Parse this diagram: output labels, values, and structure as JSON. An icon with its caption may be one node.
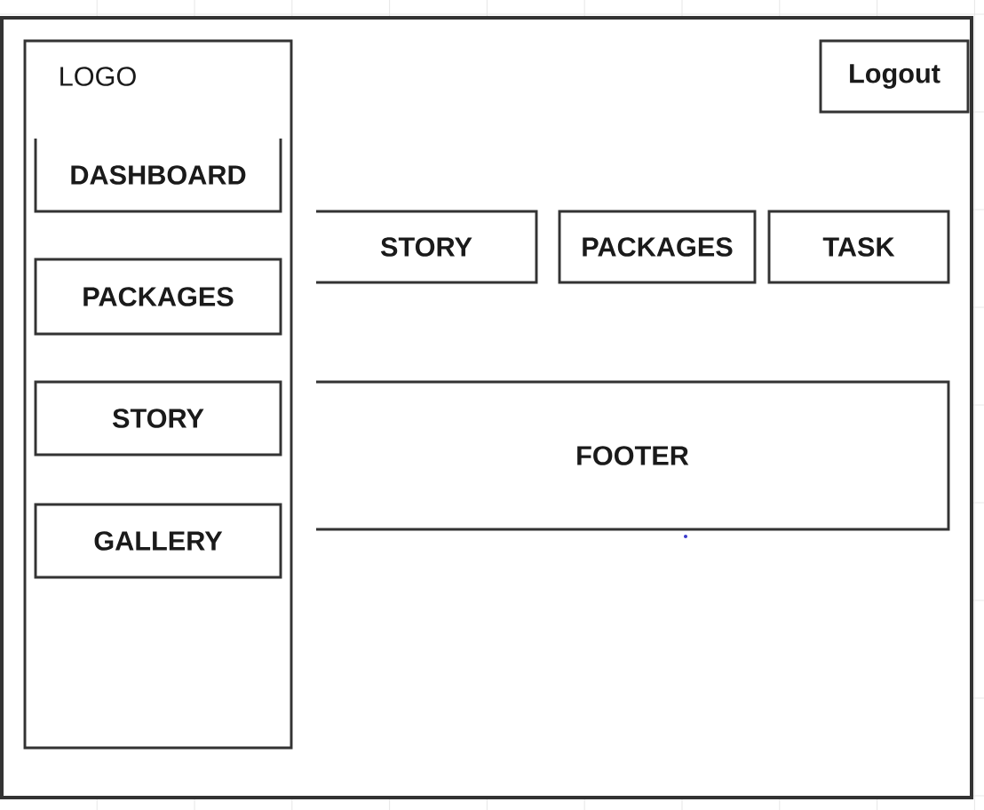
{
  "diagram": {
    "nodes": [
      {
        "text": [],
        "shape": "box"
      },
      {
        "text": [
          "LOGO"
        ],
        "in": 0
      },
      {
        "text": [
          "DASHBOARD"
        ],
        "in": 1
      },
      {
        "text": [
          "PACKAGES"
        ],
        "in": 1
      },
      {
        "text": [
          "STORY"
        ],
        "in": 1
      },
      {
        "text": [
          "GALLERY"
        ],
        "in": 1
      },
      {
        "text": [
          "Logout"
        ],
        "in": 0
      },
      {
        "text": [
          "STORY"
        ],
        "in": 0
      },
      {
        "text": [
          "PACKAGES"
        ],
        "in": 0
      },
      {
        "text": [
          "TASK"
        ],
        "in": 0
      },
      {
        "text": [
          "FOOTER"
        ],
        "in": 0
      }
    ]
  }
}
